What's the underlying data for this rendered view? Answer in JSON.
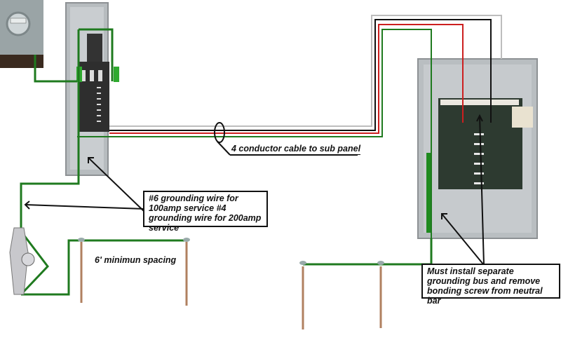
{
  "diagram": {
    "title": "Sub panel wiring with grounding rods",
    "components": {
      "meter": "electric-meter",
      "main_panel": "main-service-panel",
      "sub_panel": "sub-panel",
      "water_pipe_clamp": "water-pipe-ground-clamp",
      "ground_rods": [
        "main-ground-rod-1",
        "main-ground-rod-2",
        "sub-ground-rod-1",
        "sub-ground-rod-2"
      ]
    },
    "labels": {
      "cable": "4 conductor cable to sub panel",
      "grounding_wire": "#6 grounding wire for 100amp service  #4 grounding wire for 200amp service",
      "spacing": "6' minimun spacing",
      "sub_panel_note": "Must install separate grounding bus and remove bonding screw from neutral bar"
    },
    "wire_colors": {
      "ground": "#1f7a1f",
      "hot_red": "#cc1f1f",
      "hot_black": "#111111",
      "neutral_white": "#bdbdbd",
      "rod": "#b08060"
    }
  }
}
